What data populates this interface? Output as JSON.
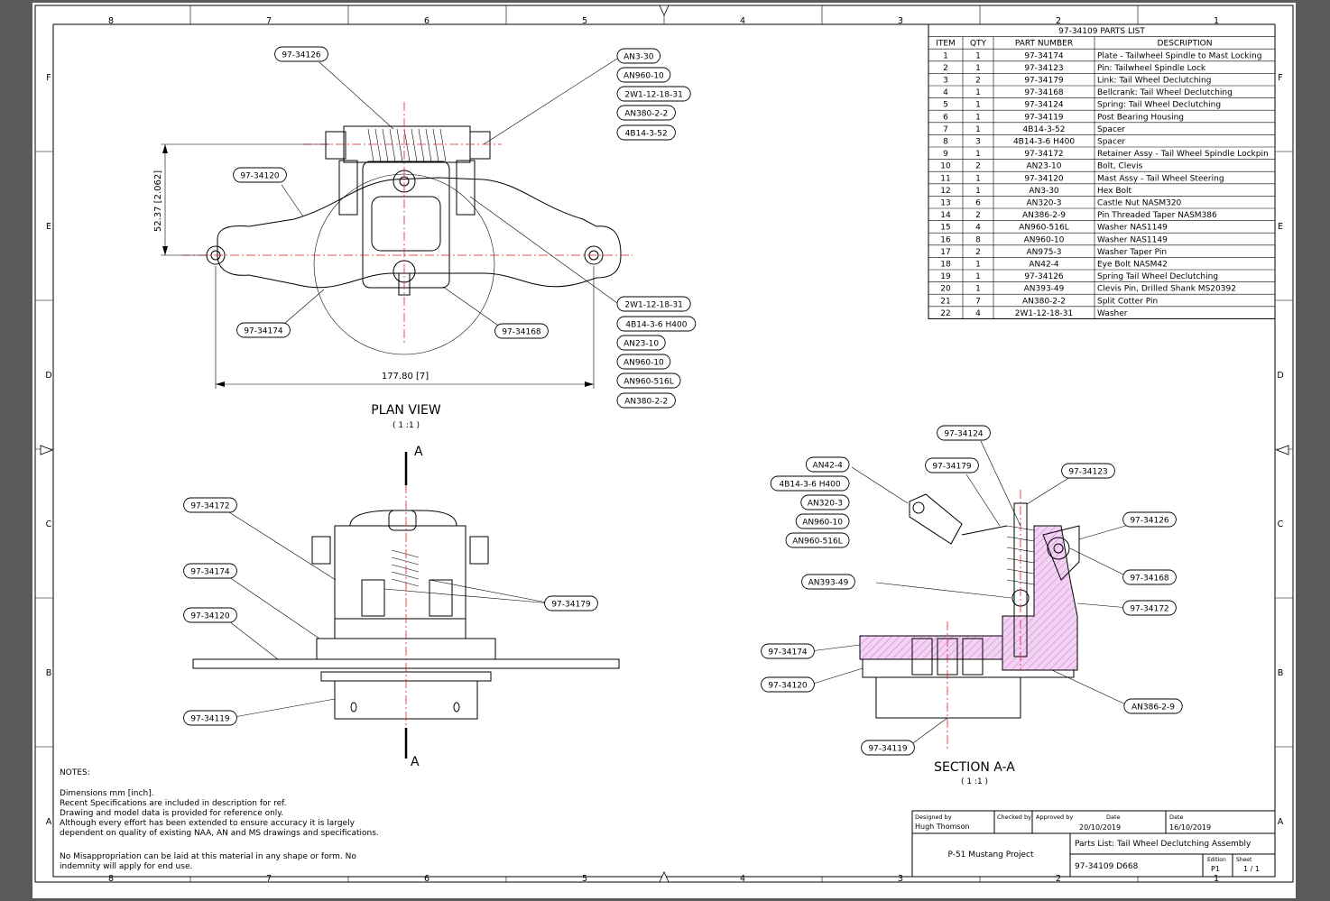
{
  "border": {
    "columns_top": [
      "8",
      "7",
      "6",
      "5",
      "4",
      "3",
      "2",
      "1"
    ],
    "rows_side": [
      "F",
      "E",
      "D",
      "C",
      "B",
      "A"
    ]
  },
  "parts_list": {
    "title": "97-34109 PARTS LIST",
    "headers": [
      "ITEM",
      "QTY",
      "PART NUMBER",
      "DESCRIPTION"
    ],
    "rows": [
      [
        "1",
        "1",
        "97-34174",
        "Plate - Tailwheel Spindle to Mast Locking"
      ],
      [
        "2",
        "1",
        "97-34123",
        "Pin: Tailwheel Spindle Lock"
      ],
      [
        "3",
        "2",
        "97-34179",
        "Link: Tail Wheel Declutching"
      ],
      [
        "4",
        "1",
        "97-34168",
        "Bellcrank: Tail Wheel Declutching"
      ],
      [
        "5",
        "1",
        "97-34124",
        "Spring: Tail Wheel Declutching"
      ],
      [
        "6",
        "1",
        "97-34119",
        "Post Bearing Housing"
      ],
      [
        "7",
        "1",
        "4B14-3-52",
        "Spacer"
      ],
      [
        "8",
        "3",
        "4B14-3-6 H400",
        "Spacer"
      ],
      [
        "9",
        "1",
        "97-34172",
        "Retainer Assy - Tail Wheel Spindle Lockpin"
      ],
      [
        "10",
        "2",
        "AN23-10",
        "Bolt, Clevis"
      ],
      [
        "11",
        "1",
        "97-34120",
        "Mast Assy - Tail Wheel Steering"
      ],
      [
        "12",
        "1",
        "AN3-30",
        "Hex Bolt"
      ],
      [
        "13",
        "6",
        "AN320-3",
        "Castle Nut NASM320"
      ],
      [
        "14",
        "2",
        "AN386-2-9",
        "Pin Threaded Taper NASM386"
      ],
      [
        "15",
        "4",
        "AN960-516L",
        "Washer NAS1149"
      ],
      [
        "16",
        "8",
        "AN960-10",
        "Washer NAS1149"
      ],
      [
        "17",
        "2",
        "AN975-3",
        "Washer Taper Pin"
      ],
      [
        "18",
        "1",
        "AN42-4",
        "Eye Bolt NASM42"
      ],
      [
        "19",
        "1",
        "97-34126",
        "Spring Tail Wheel Declutching"
      ],
      [
        "20",
        "1",
        "AN393-49",
        "Clevis Pin, Drilled Shank MS20392"
      ],
      [
        "21",
        "7",
        "AN380-2-2",
        "Split Cotter Pin"
      ],
      [
        "22",
        "4",
        "2W1-12-18-31",
        "Washer"
      ]
    ]
  },
  "plan_view": {
    "title": "PLAN VIEW",
    "scale": "( 1 :1 )",
    "dim_width": "177.80 [7]",
    "dim_height": "52.37 [2.062]",
    "balloons": {
      "top_left": "97-34126",
      "left": "97-34120",
      "bottom_left": "97-34174",
      "bottom_mid": "97-34168",
      "right_top": [
        "AN3-30",
        "AN960-10",
        "2W1-12-18-31",
        "AN380-2-2",
        "4B14-3-52"
      ],
      "right_bottom": [
        "2W1-12-18-31",
        "4B14-3-6 H400",
        "AN23-10",
        "AN960-10",
        "AN960-516L",
        "AN380-2-2"
      ]
    }
  },
  "front_view": {
    "section_mark": "A",
    "balloons": {
      "b1": "97-34172",
      "b2": "97-34174",
      "b3": "97-34120",
      "b4": "97-34119",
      "b5": "97-34179"
    }
  },
  "section_view": {
    "title": "SECTION A-A",
    "scale": "( 1 :1 )",
    "balloons": {
      "left": [
        "AN42-4",
        "4B14-3-6 H400",
        "AN320-3",
        "AN960-10",
        "AN960-516L"
      ],
      "an393": "AN393-49",
      "s34174": "97-34174",
      "s34120": "97-34120",
      "s34119": "97-34119",
      "s34124": "97-34124",
      "s34179": "97-34179",
      "s34123": "97-34123",
      "s34126": "97-34126",
      "s34168": "97-34168",
      "s34172": "97-34172",
      "an386": "AN386-2-9"
    }
  },
  "notes": {
    "heading": "NOTES:",
    "lines": [
      "Dimensions mm [inch].",
      "Recent Specifications are included in description for ref.",
      "Drawing and model data is provided for reference only.",
      "Although every effort has been extended to ensure accuracy it is largely",
      "dependent on quality of existing NAA, AN and MS drawings and specifications."
    ],
    "footer": [
      "No Misappropriation can be laid at this material in any shape or form. No",
      "indemnity will apply for end use."
    ]
  },
  "title_block": {
    "designed_by_label": "Designed by",
    "designed_by": "Hugh Thomson",
    "checked_by_label": "Checked by",
    "approved_by_label": "Approved by",
    "date_label": "Date",
    "date1": "20/10/2019",
    "date2_label": "Date",
    "date2": "16/10/2019",
    "project": "P-51 Mustang Project",
    "title": "Parts List: Tail Wheel Declutching Assembly",
    "drawing_no": "97-34109 D668",
    "edition_label": "Edition",
    "edition": "P1",
    "sheet_label": "Sheet",
    "sheet": "1 / 1"
  }
}
